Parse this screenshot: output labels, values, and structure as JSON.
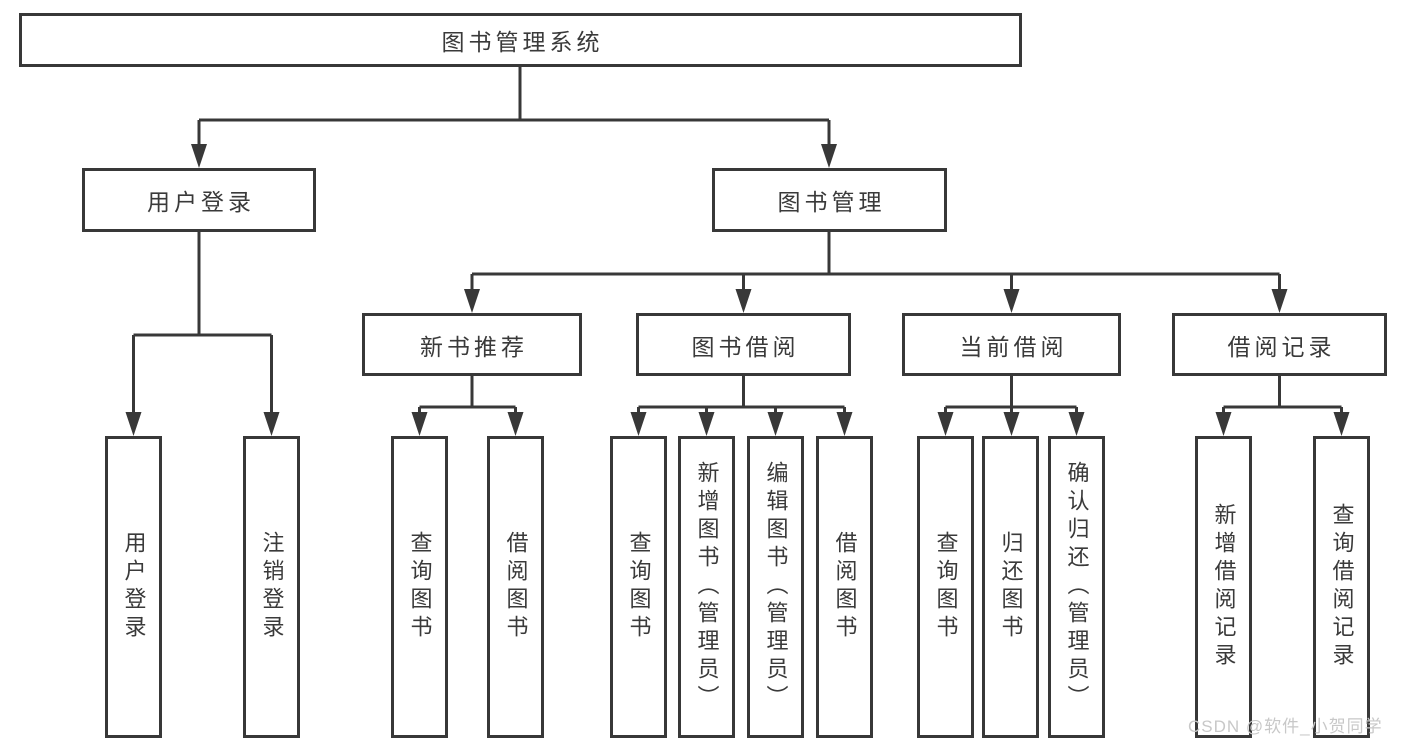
{
  "diagram_title": "图书管理系统",
  "nodes": {
    "root": "图书管理系统",
    "l1": [
      "用户登录",
      "图书管理"
    ],
    "l2": [
      "新书推荐",
      "图书借阅",
      "当前借阅",
      "借阅记录"
    ],
    "leaves": [
      "用户登录",
      "注销登录",
      "查询图书",
      "借阅图书",
      "查询图书",
      "新增图书（管理员）",
      "编辑图书（管理员）",
      "借阅图书",
      "查询图书",
      "归还图书",
      "确认归还（管理员）",
      "新增借阅记录",
      "查询借阅记录"
    ]
  },
  "watermark": "CSDN @软件_小贺同学",
  "colors": {
    "line": "#383838",
    "text": "#3a3a3a",
    "box_fill": "#ffffff",
    "background": "#ffffff",
    "watermark": "#c8c8c8"
  }
}
